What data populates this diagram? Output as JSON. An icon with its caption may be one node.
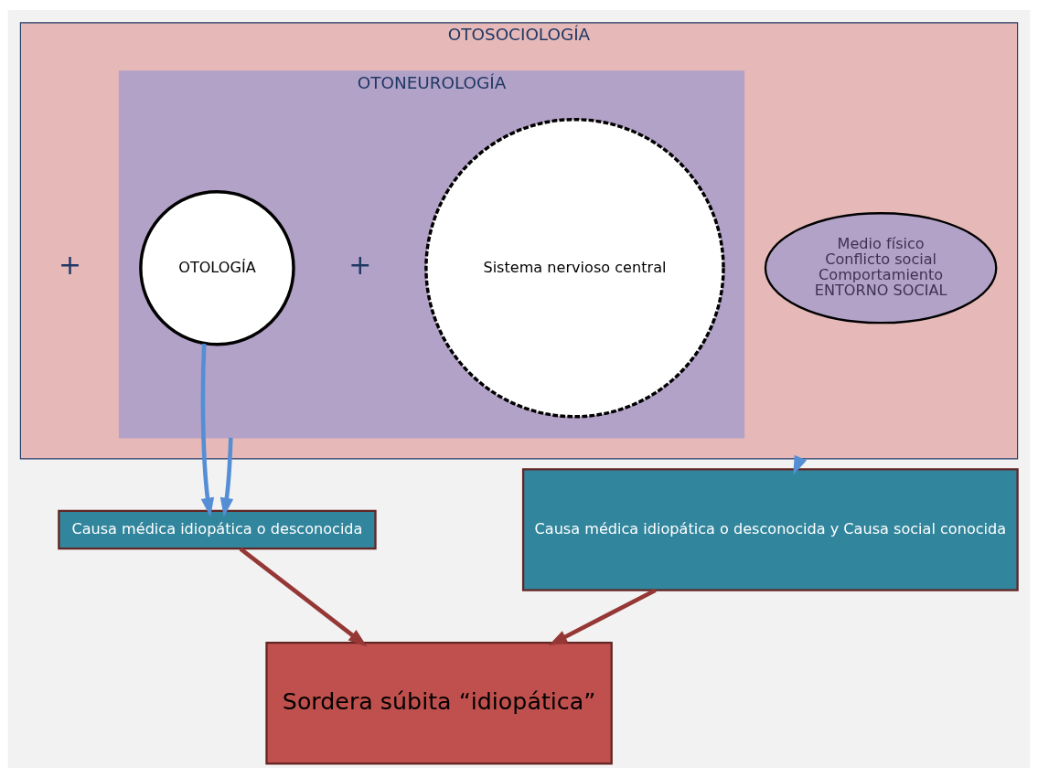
{
  "diagram": {
    "nodes": [
      {
        "text": [
          "OTOSOCIOLOGÍA"
        ]
      },
      {
        "text": [
          "OTONEUROLOGÍA"
        ],
        "in": 0
      },
      {
        "text": [
          "OTOLOGÍA"
        ],
        "in": 1
      },
      {
        "text": [
          "Sistema nervioso central"
        ],
        "in": 1
      },
      {
        "text": [
          "Medio físico",
          "Conflicto social",
          "Comportamiento",
          "ENTORNO SOCIAL"
        ],
        "in": 0
      },
      {
        "text": [
          "Causa médica idiopática o desconocida"
        ]
      },
      {
        "text": [
          "Sordera súbita “idiopática”"
        ]
      },
      {
        "text": [
          "Causa médica idiopática o desconocida y Causa social conocida"
        ]
      }
    ],
    "edges": [
      {
        "from": 2,
        "to": 5,
        "arrow": "to"
      },
      {
        "from": 1,
        "to": 5,
        "arrow": "to"
      },
      {
        "from": 0,
        "to": 7,
        "arrow": "to"
      },
      {
        "from": 5,
        "to": 6,
        "arrow": "to",
        "color": "#953735"
      },
      {
        "from": 7,
        "to": 6,
        "arrow": "to",
        "color": "#953735"
      }
    ],
    "labels": [
      "+",
      "+"
    ]
  }
}
